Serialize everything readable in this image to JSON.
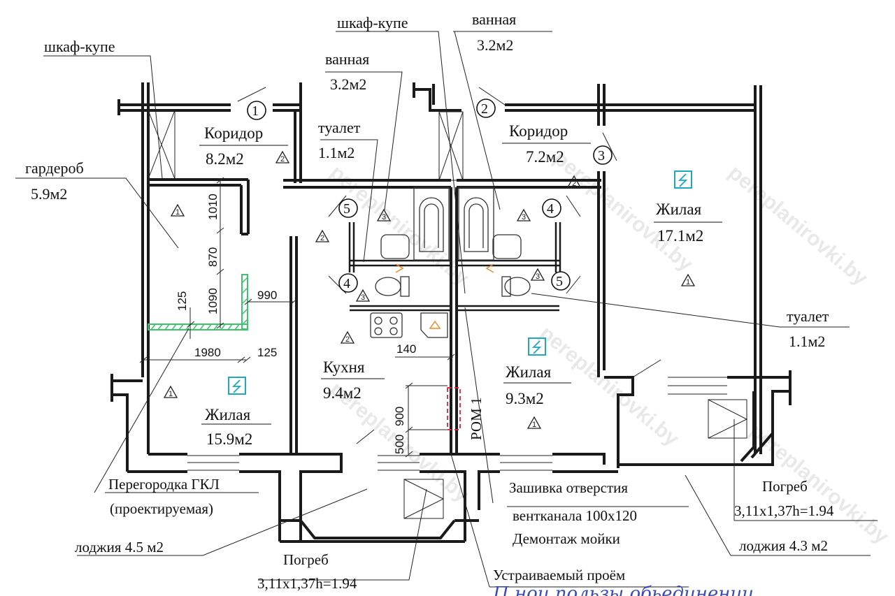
{
  "watermark": "pereplanirovki.by",
  "colors": {
    "wall": "#1a1a1a",
    "partition_new": "#3cc46a",
    "outlet_icon": "#1fa8c0",
    "demolish": "#e0213a",
    "fixture_orange": "#f08a24",
    "handwriting": "#3b4bb5"
  },
  "rooms": {
    "corridor1": {
      "name": "Коридор",
      "area": "8.2м2",
      "marker": "2"
    },
    "corridor2": {
      "name": "Коридор",
      "area": "7.2м2",
      "marker": "2"
    },
    "wardrobe": {
      "name": "гардероб",
      "area": "5.9м2",
      "marker": "1"
    },
    "living_left": {
      "name": "Жилая",
      "area": "15.9м2",
      "marker": "1"
    },
    "kitchen": {
      "name": "Кухня",
      "area": "9.4м2",
      "marker": "2"
    },
    "living_mid": {
      "name": "Жилая",
      "area": "9.3м2",
      "marker": "1"
    },
    "living_right": {
      "name": "Жилая",
      "area": "17.1м2",
      "marker": "1"
    },
    "bath_left": {
      "name": "ванная",
      "area": "3.2м2",
      "marker": "3"
    },
    "bath_right": {
      "name": "ванная",
      "area": "3.2м2",
      "marker": "3"
    },
    "wc_left": {
      "name": "туалет",
      "area": "1.1м2",
      "marker": "3"
    },
    "wc_right": {
      "name": "туалет",
      "area": "1.1м2",
      "marker": "3"
    }
  },
  "callouts": {
    "closet_left": "шкаф-купе",
    "closet_mid": "шкаф-купе",
    "partition_1": "Перегородка ГКЛ",
    "partition_2": "(проектируемая)",
    "loggia_left": "лоджия 4.5 м2",
    "loggia_right": "лоджия 4.3 м2",
    "cellar_left_1": "Погреб",
    "cellar_left_2": "3,11x1,37h=1.94",
    "cellar_right_1": "Погреб",
    "cellar_right_2": "3,11x1,37h=1.94",
    "vent_1": "Зашивка отверстия",
    "vent_2": "вентканала 100x120",
    "vent_3": "Демонтаж мойки",
    "opening": "Устраиваемый проём",
    "rom": "РОМ 1",
    "handwriting": "П нои пользы обьединении"
  },
  "markers": {
    "n1": "1",
    "n2": "2",
    "n3": "3",
    "n4": "4",
    "n5": "5"
  },
  "dimensions": {
    "d1010": "1010",
    "d870": "870",
    "d1090": "1090",
    "d125a": "125",
    "d990": "990",
    "d1980": "1980",
    "d125b": "125",
    "d140": "140",
    "d900": "900",
    "d500": "500"
  }
}
